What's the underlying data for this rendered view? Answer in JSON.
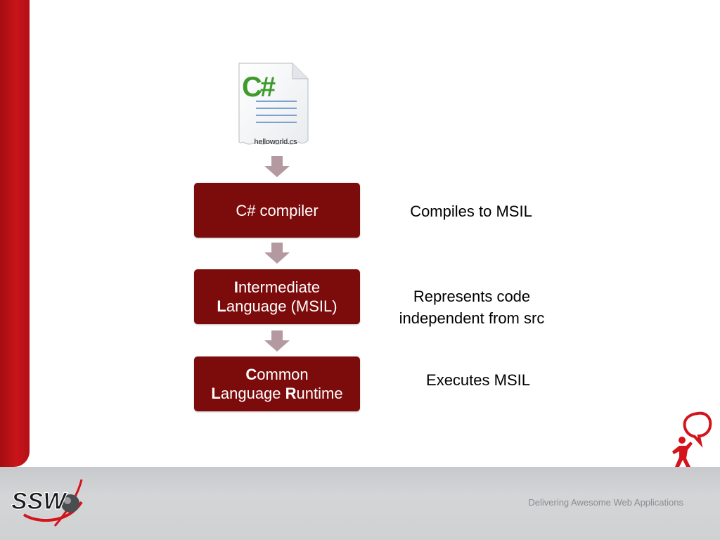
{
  "file": {
    "name": "helloworld.cs",
    "icon": "csharp-file-icon",
    "icon_text": "C#"
  },
  "steps": [
    {
      "label_lines": [
        {
          "text": "C# compiler"
        }
      ]
    },
    {
      "label_lines": [
        {
          "bold": "I",
          "rest": "ntermediate"
        },
        {
          "bold": "L",
          "rest": "anguage (MSIL)"
        }
      ]
    },
    {
      "label_lines": [
        {
          "bold": "C",
          "rest": "ommon"
        },
        {
          "bold": "L",
          "rest": "anguage ",
          "bold2": "R",
          "rest2": "untime"
        }
      ]
    }
  ],
  "descriptions": [
    {
      "lines": [
        "Compiles to MSIL"
      ]
    },
    {
      "lines": [
        "Represents code",
        "independent from src"
      ]
    },
    {
      "lines": [
        "Executes MSIL"
      ]
    }
  ],
  "footer": {
    "tagline": "Delivering Awesome Web Applications",
    "logo_text": "SSW"
  },
  "colors": {
    "box": "#7c0b0b",
    "arrow": "#b49aa0",
    "side_bar": "#c8141a",
    "csharp_green": "#3e9a2b",
    "tagline": "#8a8c8f"
  }
}
